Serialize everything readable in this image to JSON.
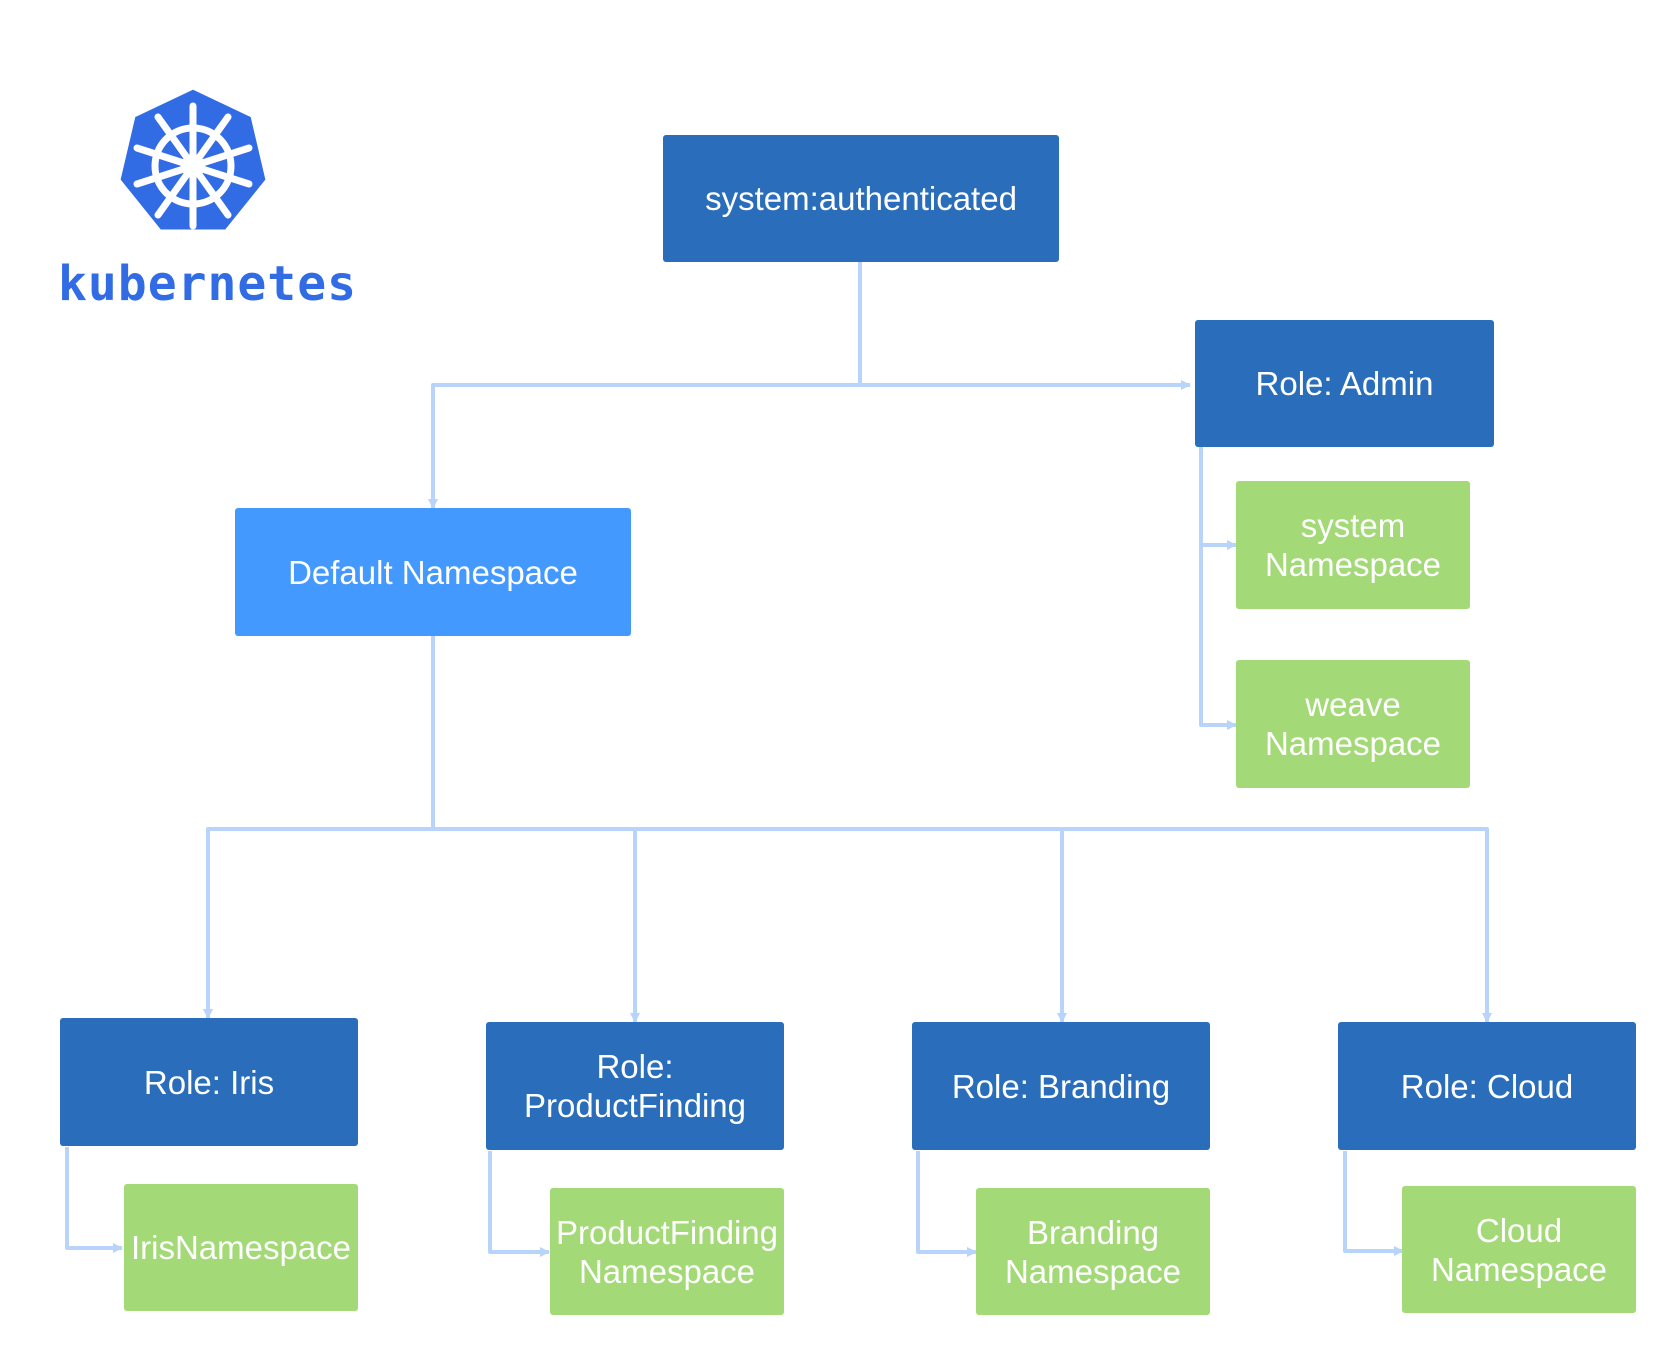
{
  "colors": {
    "role": "#2a6ebb",
    "default_namespace": "#4499ff",
    "namespace": "#a3d977",
    "connector": "#b8d4fb",
    "logo": "#326ce5"
  },
  "logo": {
    "icon": "kubernetes-helm-wheel-icon",
    "text": "kubernetes"
  },
  "nodes": {
    "system_authenticated": "system:authenticated",
    "role_admin": "Role: Admin",
    "default_namespace": "Default Namespace",
    "system_namespace": "system\nNamespace",
    "weave_namespace": "weave\nNamespace",
    "role_iris": "Role: Iris",
    "role_productfinding": "Role:\nProductFinding",
    "role_branding": "Role: Branding",
    "role_cloud": "Role: Cloud",
    "iris_namespace": "IrisNamespace",
    "productfinding_namespace": "ProductFinding\nNamespace",
    "branding_namespace": "Branding\nNamespace",
    "cloud_namespace": "Cloud\nNamespace"
  }
}
